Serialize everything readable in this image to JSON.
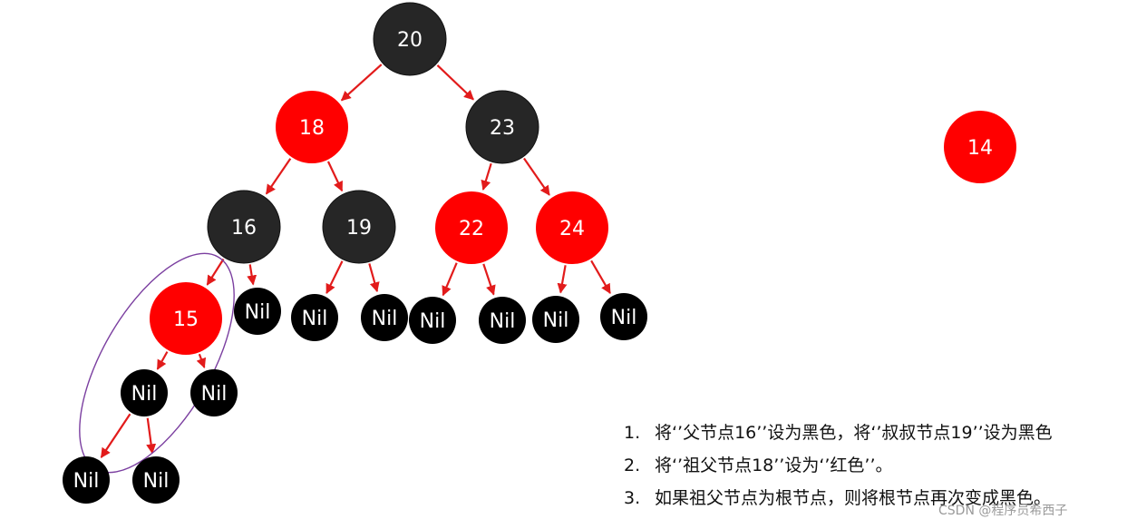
{
  "diagram": {
    "colors": {
      "black_node": "#262626",
      "nil_node": "#000000",
      "red_node": "#ff0000",
      "edge": "#e21b1b",
      "highlight": "#7b3fa0",
      "text": "#ffffff"
    },
    "nodes": [
      {
        "id": "n20",
        "label": "20",
        "color": "black"
      },
      {
        "id": "n18",
        "label": "18",
        "color": "red"
      },
      {
        "id": "n23",
        "label": "23",
        "color": "black"
      },
      {
        "id": "n16",
        "label": "16",
        "color": "black"
      },
      {
        "id": "n19",
        "label": "19",
        "color": "black"
      },
      {
        "id": "n22",
        "label": "22",
        "color": "red"
      },
      {
        "id": "n24",
        "label": "24",
        "color": "red"
      },
      {
        "id": "n15",
        "label": "15",
        "color": "red"
      },
      {
        "id": "nil16r",
        "label": "Nil",
        "color": "nil"
      },
      {
        "id": "nil19l",
        "label": "Nil",
        "color": "nil"
      },
      {
        "id": "nil19r",
        "label": "Nil",
        "color": "nil"
      },
      {
        "id": "nil22l",
        "label": "Nil",
        "color": "nil"
      },
      {
        "id": "nil22r",
        "label": "Nil",
        "color": "nil"
      },
      {
        "id": "nil24l",
        "label": "Nil",
        "color": "nil"
      },
      {
        "id": "nil24r",
        "label": "Nil",
        "color": "nil"
      },
      {
        "id": "nil15l",
        "label": "Nil",
        "color": "nil"
      },
      {
        "id": "nil15r",
        "label": "Nil",
        "color": "nil"
      },
      {
        "id": "nilA",
        "label": "Nil",
        "color": "nil"
      },
      {
        "id": "nilB",
        "label": "Nil",
        "color": "nil"
      },
      {
        "id": "n14",
        "label": "14",
        "color": "red"
      }
    ],
    "edges": [
      [
        "n20",
        "n18"
      ],
      [
        "n20",
        "n23"
      ],
      [
        "n18",
        "n16"
      ],
      [
        "n18",
        "n19"
      ],
      [
        "n23",
        "n22"
      ],
      [
        "n23",
        "n24"
      ],
      [
        "n16",
        "n15"
      ],
      [
        "n16",
        "nil16r"
      ],
      [
        "n19",
        "nil19l"
      ],
      [
        "n19",
        "nil19r"
      ],
      [
        "n22",
        "nil22l"
      ],
      [
        "n22",
        "nil22r"
      ],
      [
        "n24",
        "nil24l"
      ],
      [
        "n24",
        "nil24r"
      ],
      [
        "n15",
        "nil15l"
      ],
      [
        "n15",
        "nil15r"
      ],
      [
        "nil15l",
        "nilA"
      ],
      [
        "nil15l",
        "nilB"
      ]
    ]
  },
  "steps": [
    {
      "num": "1.",
      "text": "将‘’父节点16’’设为黑色，将‘’叔叔节点19’’设为黑色"
    },
    {
      "num": "2.",
      "text": "将‘’祖父节点18’’设为‘’红色’’。"
    },
    {
      "num": "3.",
      "text": "如果祖父节点为根节点，则将根节点再次变成黑色。"
    }
  ],
  "watermark": "CSDN @程序员希西子"
}
